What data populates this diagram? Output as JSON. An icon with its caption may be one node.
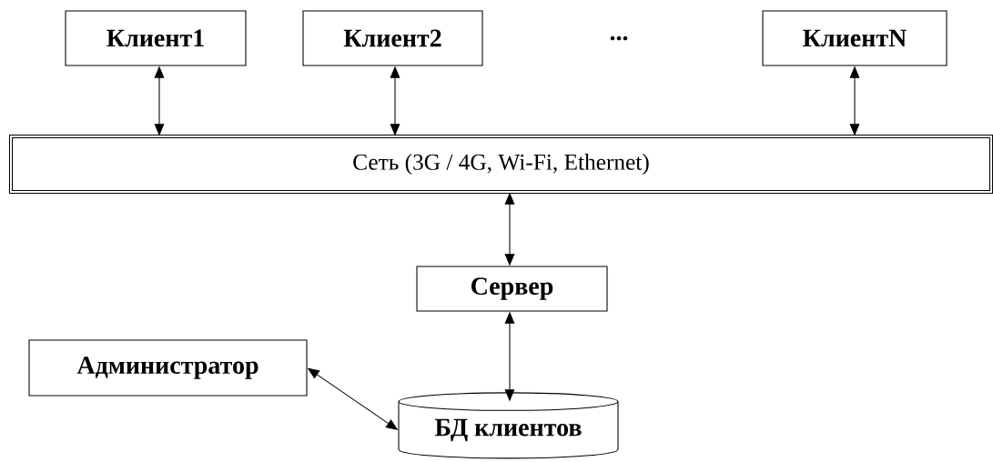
{
  "diagram": {
    "nodes": [
      {
        "text": [
          "Клиент1"
        ]
      },
      {
        "text": [
          "Клиент2"
        ]
      },
      {
        "text": [
          "КлиентN"
        ]
      },
      {
        "text": [
          "Сеть (3G / 4G, Wi-Fi, Ethernet)"
        ]
      },
      {
        "text": [
          "Сервер"
        ]
      },
      {
        "text": [
          "Администратор"
        ]
      },
      {
        "text": [
          "БД клиентов"
        ]
      }
    ],
    "edges": [
      {
        "from": 0,
        "to": 3,
        "arrow": "both"
      },
      {
        "from": 1,
        "to": 3,
        "arrow": "both"
      },
      {
        "from": 2,
        "to": 3,
        "arrow": "both"
      },
      {
        "from": 3,
        "to": 4,
        "arrow": "both"
      },
      {
        "from": 4,
        "to": 6,
        "arrow": "both"
      },
      {
        "from": 5,
        "to": 6,
        "arrow": "both"
      }
    ],
    "labels": [
      "..."
    ]
  }
}
